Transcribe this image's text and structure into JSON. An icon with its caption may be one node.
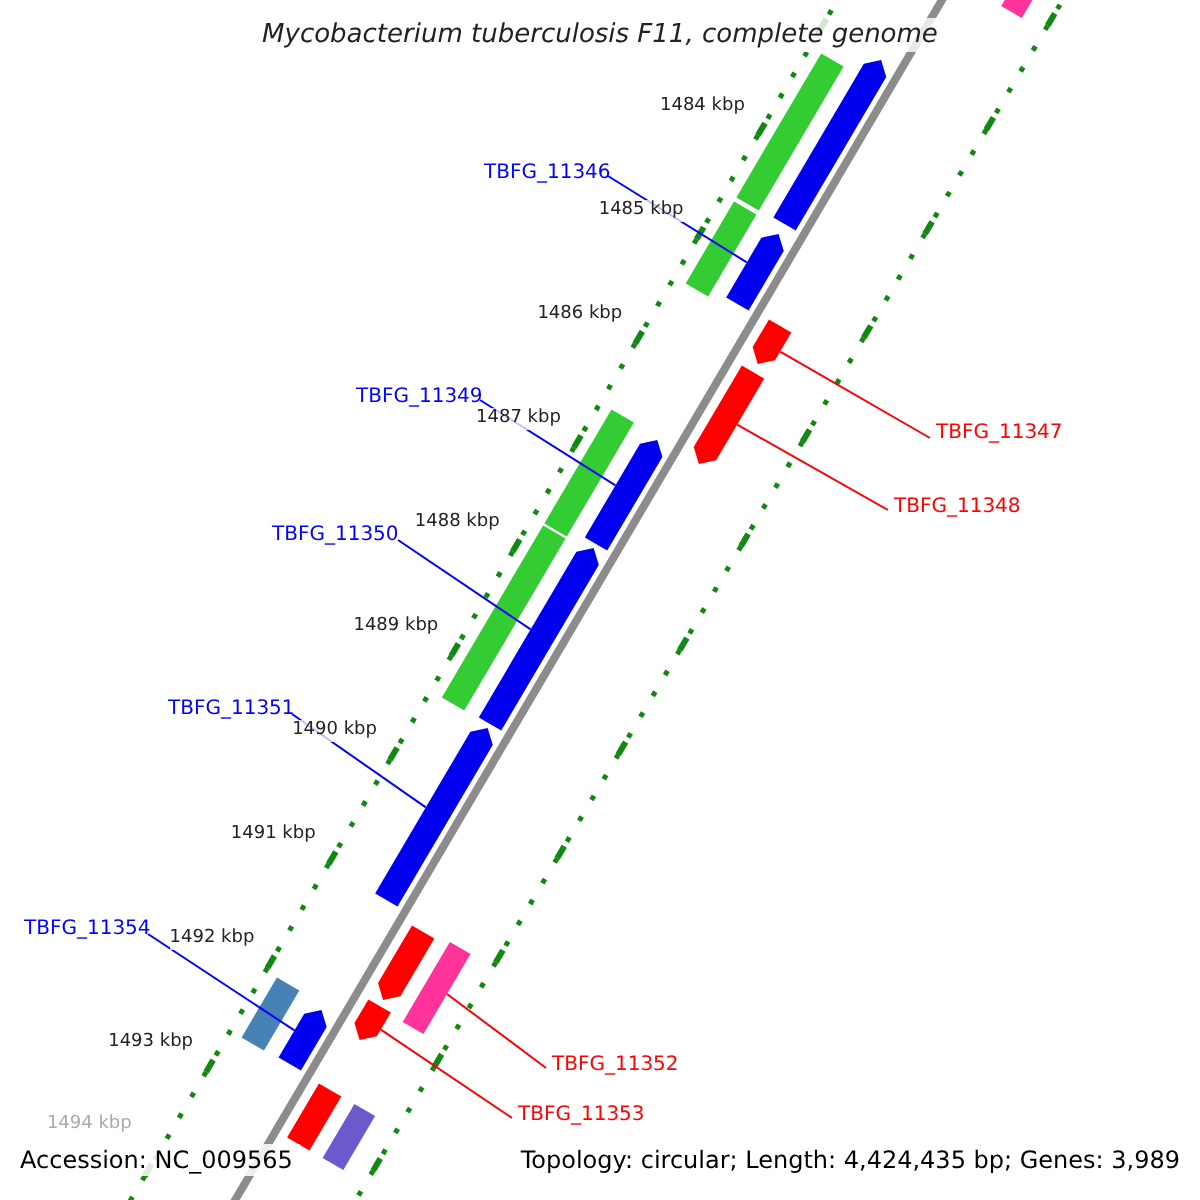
{
  "diagram": {
    "title": "Mycobacterium tuberculosis F11, complete genome",
    "nodes": [
      {
        "text": [
          "TBFG_11346"
        ]
      },
      {
        "text": [
          "TBFG_11349"
        ]
      },
      {
        "text": [
          "TBFG_11347"
        ]
      },
      {
        "text": [
          "TBFG_11348"
        ]
      },
      {
        "text": [
          "TBFG_11350"
        ]
      },
      {
        "text": [
          "TBFG_11351"
        ]
      },
      {
        "text": [
          "TBFG_11354"
        ]
      },
      {
        "text": [
          "TBFG_11352"
        ]
      },
      {
        "text": [
          "TBFG_11353"
        ]
      },
      {
        "text": [],
        "shape": "arrow"
      },
      {
        "text": [],
        "shape": "arrow"
      },
      {
        "text": [],
        "shape": "arrow"
      },
      {
        "text": [],
        "shape": "arrow"
      },
      {
        "text": [],
        "shape": "arrow"
      },
      {
        "text": [],
        "shape": "arrow"
      },
      {
        "text": [],
        "shape": "arrow"
      },
      {
        "text": [],
        "shape": "box"
      },
      {
        "text": [],
        "shape": "arrow"
      },
      {
        "text": [],
        "shape": "box"
      },
      {
        "text": [],
        "shape": "arrow"
      },
      {
        "text": [],
        "shape": "box"
      },
      {
        "text": [],
        "shape": "box"
      },
      {
        "text": [],
        "shape": "box"
      },
      {
        "text": [],
        "shape": "box"
      },
      {
        "text": [],
        "shape": "arrow"
      },
      {
        "text": [],
        "shape": "box"
      },
      {
        "text": [],
        "shape": "box"
      },
      {
        "text": [],
        "shape": "box"
      }
    ],
    "edges": [
      {
        "from": 0,
        "to": 9,
        "arrow": "none"
      },
      {
        "from": 1,
        "to": 10,
        "arrow": "none"
      },
      {
        "from": 2,
        "to": 11,
        "arrow": "none",
        "color": "#ff0000"
      },
      {
        "from": 3,
        "to": 12,
        "arrow": "none",
        "color": "#ff0000"
      },
      {
        "from": 4,
        "to": 13,
        "arrow": "none"
      },
      {
        "from": 5,
        "to": 14,
        "arrow": "none"
      },
      {
        "from": 6,
        "to": 15,
        "arrow": "none"
      },
      {
        "from": 7,
        "to": 16,
        "arrow": "none",
        "color": "#ff0000"
      },
      {
        "from": 8,
        "to": 17,
        "arrow": "none",
        "color": "#ff0000"
      }
    ],
    "labels": [
      "1484 kbp",
      "1485 kbp",
      "1486 kbp",
      "1487 kbp",
      "1488 kbp",
      "1489 kbp",
      "1490 kbp",
      "1491 kbp",
      "1492 kbp",
      "1493 kbp",
      "1494 kbp",
      "Accession: NC_009565",
      "Topology: circular; Length: 4,424,435 bp; Genes: 3,989"
    ]
  }
}
